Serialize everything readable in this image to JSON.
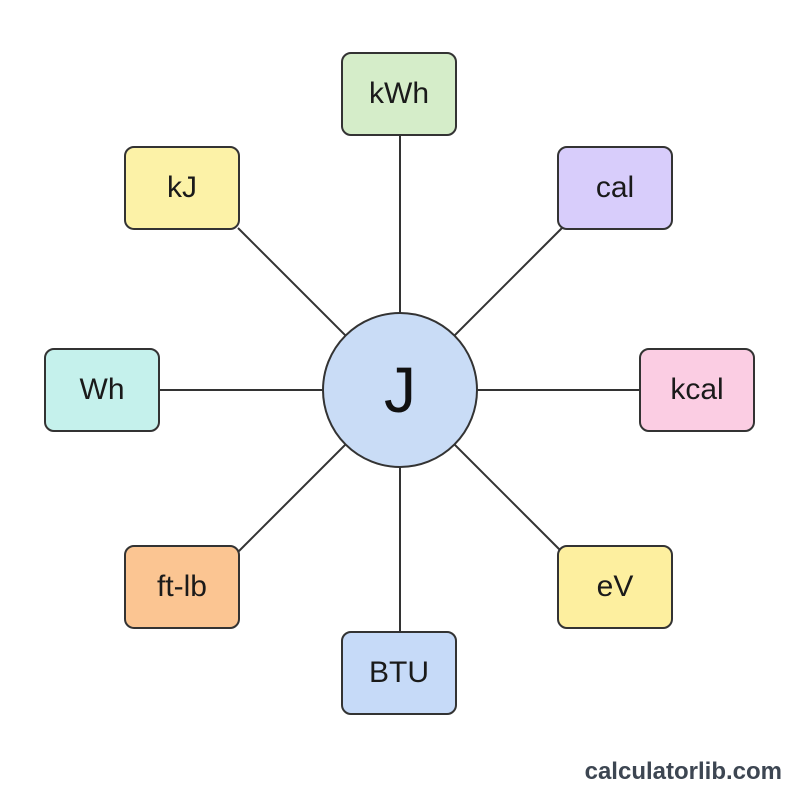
{
  "center": {
    "label": "J",
    "color": "#c9dcf6"
  },
  "nodes": [
    {
      "id": "kwh",
      "label": "kWh",
      "color": "#d5edc9"
    },
    {
      "id": "cal",
      "label": "cal",
      "color": "#d8cdfb"
    },
    {
      "id": "kcal",
      "label": "kcal",
      "color": "#fbcde3"
    },
    {
      "id": "ev",
      "label": "eV",
      "color": "#fdef9f"
    },
    {
      "id": "btu",
      "label": "BTU",
      "color": "#c6daf8"
    },
    {
      "id": "ftlb",
      "label": "ft-lb",
      "color": "#fbc592"
    },
    {
      "id": "wh",
      "label": "Wh",
      "color": "#c5f1ec"
    },
    {
      "id": "kj",
      "label": "kJ",
      "color": "#fcf2a7"
    }
  ],
  "colors": {
    "line": "#333333",
    "border": "#333333"
  },
  "watermark": "calculatorlib.com"
}
